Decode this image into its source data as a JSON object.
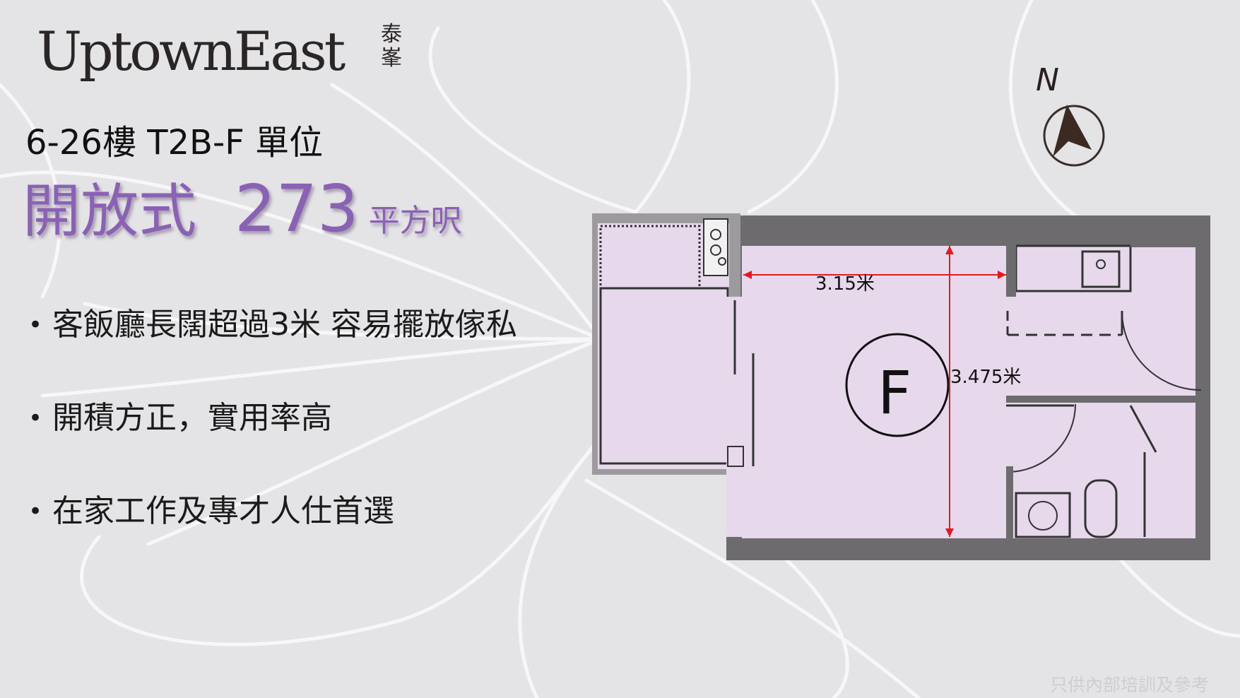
{
  "brand": {
    "name": "UptownEast",
    "name_cn": "泰峯"
  },
  "unit": {
    "title": "6-26樓 T2B-F 單位",
    "layout": "開放式",
    "area": "273",
    "area_unit": "平方呎"
  },
  "features": [
    {
      "text": "客飯廳長闊超過3米 容易擺放傢私"
    },
    {
      "text": "開積方正，實用率高"
    },
    {
      "text": "在家工作及專才人仕首選"
    }
  ],
  "floorplan": {
    "unit_letter": "F",
    "width_label": "3.15米",
    "length_label": "3.475米",
    "north_label": "N",
    "colors": {
      "room_fill": "#e7d8ec",
      "wall": "#6d6b6d",
      "dimension": "#e4191f"
    }
  },
  "footer": {
    "disclaimer": "只供內部培訓及參考"
  },
  "icons": {
    "compass": "north-arrow-icon"
  }
}
